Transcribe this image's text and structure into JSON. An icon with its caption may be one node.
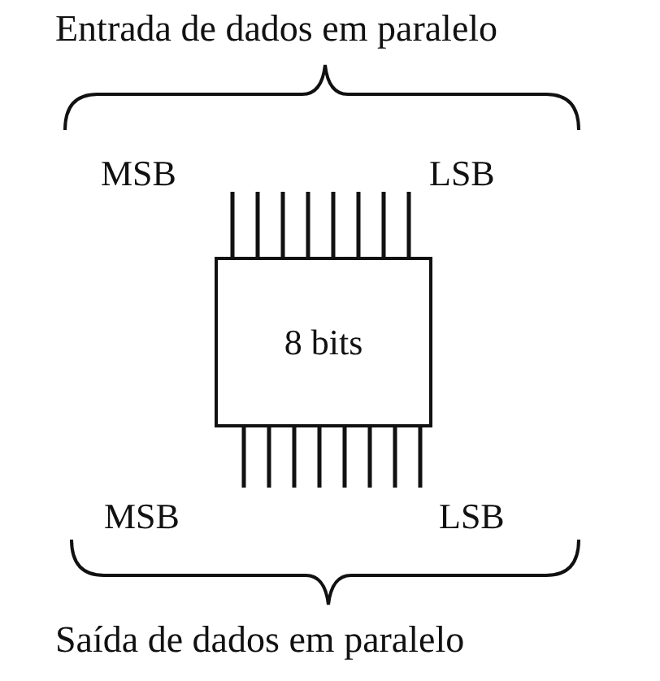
{
  "diagram": {
    "nodes": [
      {
        "text": [
          "8 bits"
        ]
      }
    ],
    "labels": [
      "Entrada de dados em paralelo",
      "MSB",
      "LSB",
      "MSB",
      "LSB",
      "Saída de dados em paralelo"
    ]
  }
}
